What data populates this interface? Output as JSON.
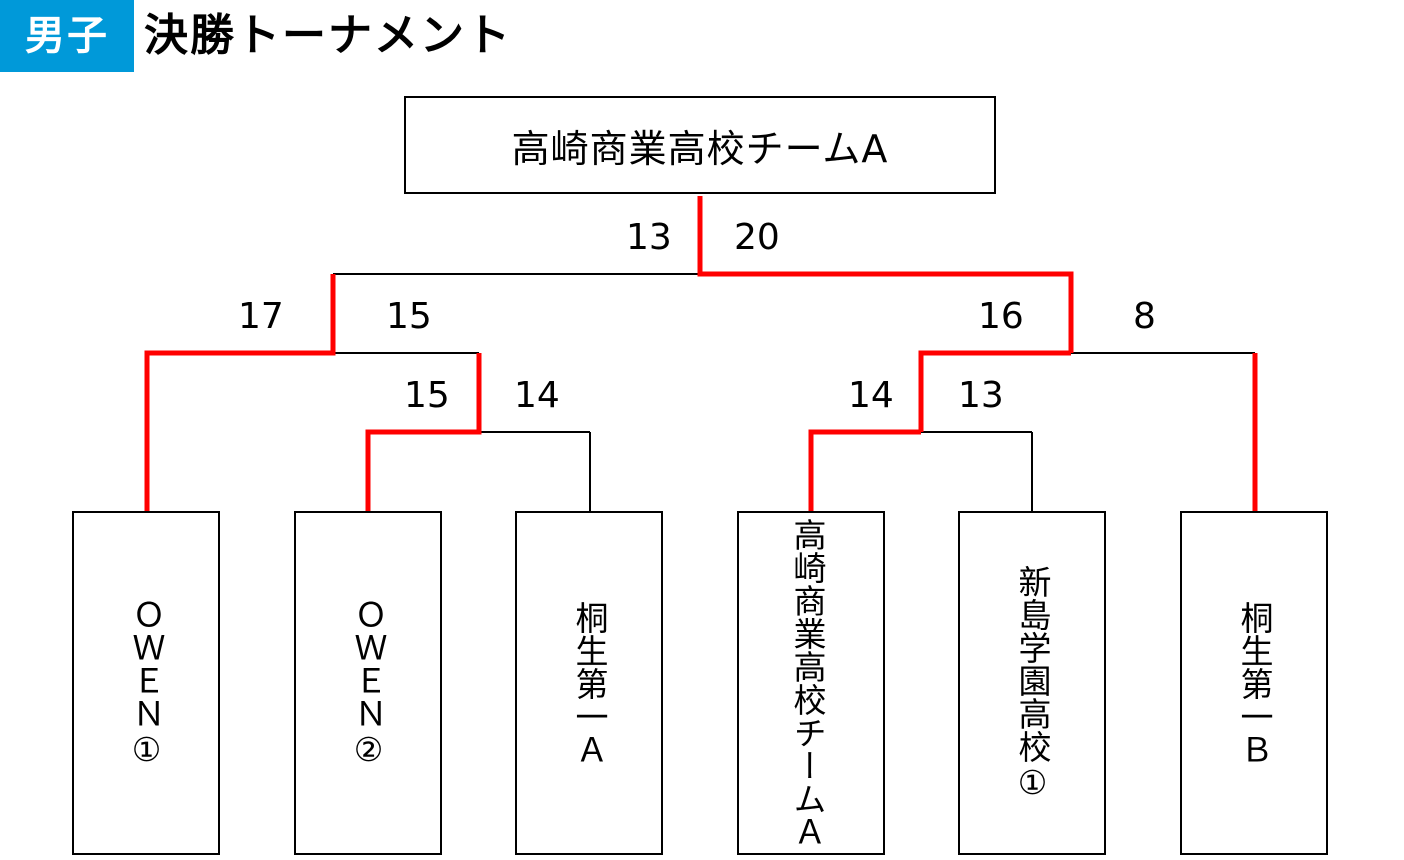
{
  "header": {
    "gender_badge": "男子",
    "title": "決勝トーナメント"
  },
  "champion": {
    "name": "高崎商業高校チームA"
  },
  "teams": [
    {
      "name": "ＯＷＥＮ①"
    },
    {
      "name": "ＯＷＥＮ②"
    },
    {
      "name": "桐生第一Ａ"
    },
    {
      "name_line1": "高崎商業高校",
      "name_line2": "チームＡ"
    },
    {
      "name": "新島学園高校①"
    },
    {
      "name": "桐生第一Ｂ"
    }
  ],
  "scores": {
    "final_left": "13",
    "final_right": "20",
    "sf_left_left": "17",
    "sf_left_right": "15",
    "sf_right_left": "16",
    "sf_right_right": "8",
    "qf_left_left": "15",
    "qf_left_right": "14",
    "qf_right_left": "14",
    "qf_right_right": "13"
  },
  "colors": {
    "winner_line": "#ff0000",
    "badge_bg": "#0099d9",
    "line": "#000000"
  }
}
